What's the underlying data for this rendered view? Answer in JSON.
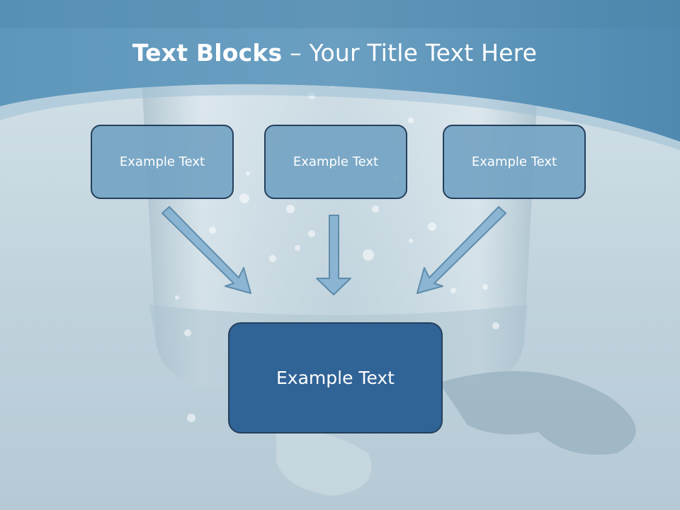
{
  "slide": {
    "title_bold": "Text Blocks",
    "title_rest": " – Your Title Text Here",
    "boxes_top": [
      {
        "label": "Example Text"
      },
      {
        "label": "Example Text"
      },
      {
        "label": "Example Text"
      }
    ],
    "box_bottom": {
      "label": "Example Text"
    }
  },
  "colors": {
    "header_blue": "#5a94b8",
    "small_box_fill": "#6fa0c1",
    "big_box_fill": "#306396",
    "border": "#24405c",
    "arrow_fill": "#80afd0"
  }
}
